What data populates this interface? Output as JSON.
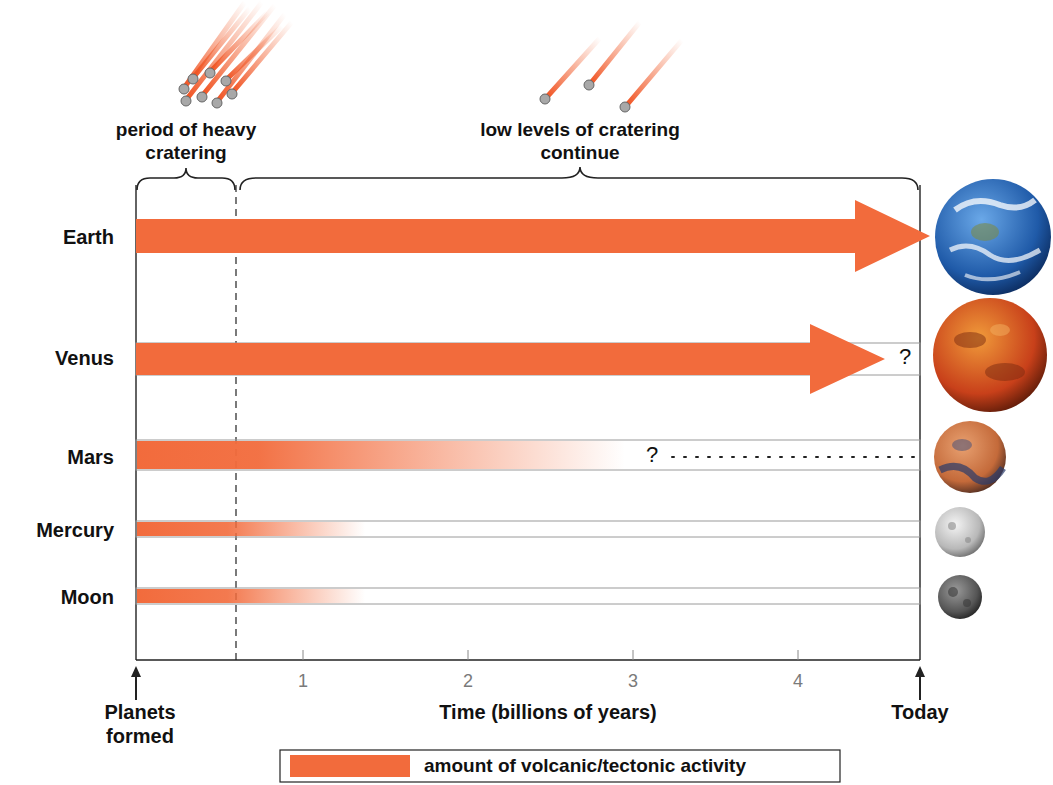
{
  "diagram": {
    "labels": [
      "period of heavy cratering",
      "low levels of cratering continue",
      "Earth",
      "Venus",
      "Mars",
      "Mercury",
      "Moon",
      "?",
      "?",
      "1",
      "2",
      "3",
      "4",
      "Planets formed",
      "Time (billions of years)",
      "Today"
    ],
    "legend": [
      {
        "text": "amount of volcanic/tectonic activity",
        "color": "#f26b3c"
      }
    ]
  }
}
